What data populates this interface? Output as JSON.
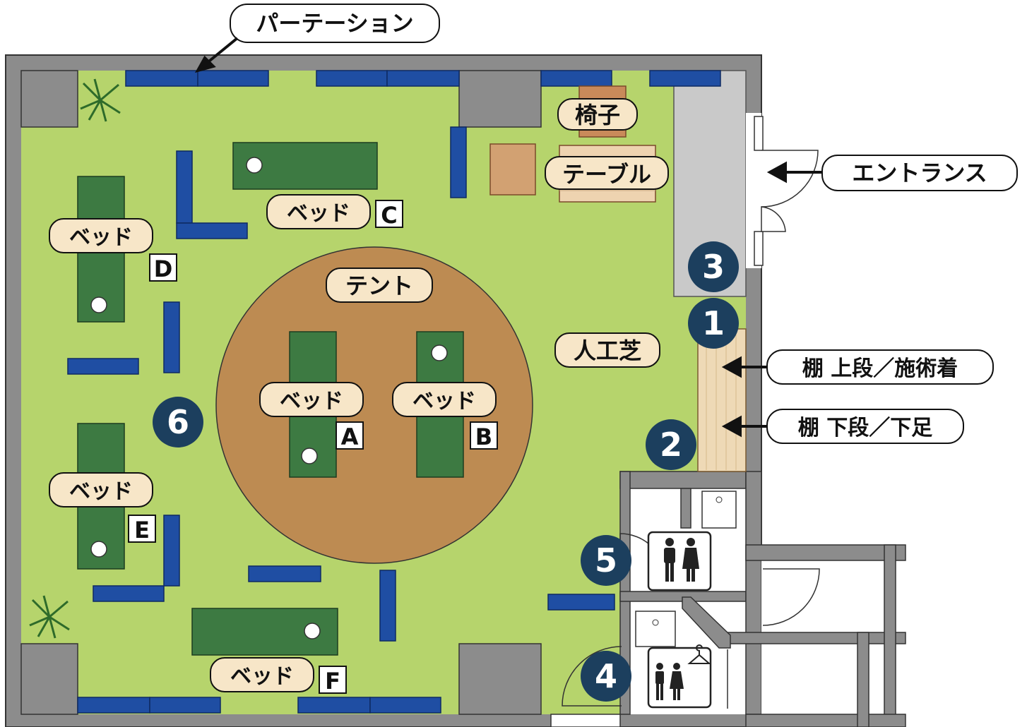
{
  "labels": {
    "partition": "パーテーション",
    "entrance": "エントランス",
    "chair": "椅子",
    "table": "テーブル",
    "tent": "テント",
    "turf": "人工芝",
    "shelf_upper": "棚 上段／施術着",
    "shelf_lower": "棚 下段／下足",
    "bed": "ベッド"
  },
  "beds": [
    "A",
    "B",
    "C",
    "D",
    "E",
    "F"
  ],
  "numbers": [
    "1",
    "2",
    "3",
    "4",
    "5",
    "6"
  ],
  "colors": {
    "wall": "#8c8c8c",
    "turf": "#b6d46c",
    "bed": "#3d7a42",
    "partition": "#1f4ea3",
    "tent": "#bd8b52",
    "number_circle": "#1c3f5e",
    "shelf": "#eed9b6"
  }
}
